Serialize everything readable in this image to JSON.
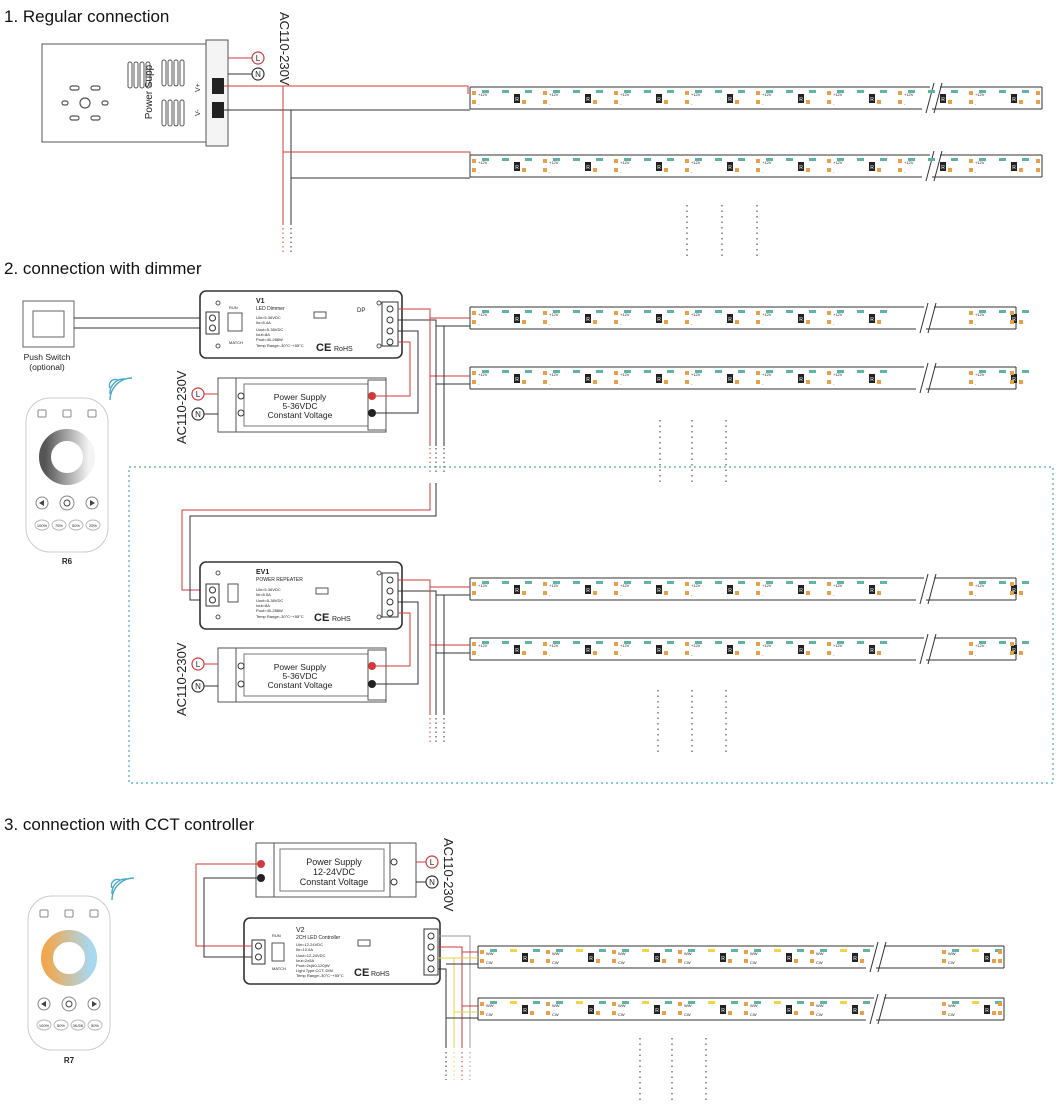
{
  "sections": {
    "s1": {
      "title": "1. Regular connection",
      "mains": "AC110-230V"
    },
    "s2": {
      "title": "2. connection with dimmer",
      "mains_top": "AC110-230V",
      "mains_bottom": "AC110-230V"
    },
    "s3": {
      "title": "3. connection with CCT controller",
      "mains": "AC110-230V"
    }
  },
  "psu1": {
    "label": "Power Supp"
  },
  "terminals": {
    "live": "L",
    "neutral": "N",
    "vplus": "V+",
    "vminus": "V-"
  },
  "push_switch": {
    "label": "Push Switch",
    "note": "(optional)"
  },
  "dimmer_v1": {
    "model": "V1",
    "name": "LED Dimmer",
    "spec1": "Uin=5-36VDC",
    "spec2": "Iin=8.4A",
    "spec3": "Uout=5-36VDC",
    "spec4": "Iout=8A",
    "spec5": "Pout=40-288W",
    "spec6": "Temp Range:-30°C~+55°C",
    "ce": "CE",
    "rohs": "RoHS",
    "run": "RUN",
    "match": "MATCH",
    "dp": "DP"
  },
  "repeater_ev1": {
    "model": "EV1",
    "name": "POWER REPEATER",
    "spec1": "Uin=5-36VDC",
    "spec2": "Iin=8.5A",
    "spec3": "Uout=5-36VDC",
    "spec4": "Iout=8A",
    "spec5": "Pout=40-288W",
    "spec6": "Temp Range:-30°C~+55°C",
    "ce": "CE",
    "rohs": "RoHS"
  },
  "psu_dimmer": {
    "line1": "Power Supply",
    "line2": "5-36VDC",
    "line3": "Constant Voltage"
  },
  "psu_repeater": {
    "line1": "Power Supply",
    "line2": "5-36VDC",
    "line3": "Constant Voltage"
  },
  "psu_cct": {
    "line1": "Power Supply",
    "line2": "12-24VDC",
    "line3": "Constant Voltage"
  },
  "controller_v2": {
    "model": "V2",
    "name": "2CH LED Controller",
    "spec1": "Uin=12-24VDC",
    "spec2": "Iin=10.5A",
    "spec3": "Uout=12-24VDC",
    "spec4": "Iout=2x5A",
    "spec5": "Pout=2x(60-120)W",
    "spec6": "Light Type:CCT, DIM",
    "spec7": "Temp Range:-30°C~+55°C",
    "ce": "CE",
    "rohs": "RoHS",
    "run": "RUN",
    "match": "MATCH"
  },
  "remotes": {
    "r6": {
      "label": "R6",
      "preset1": "100%",
      "preset2": "75%",
      "preset3": "50%",
      "preset4": "25%"
    },
    "r7": {
      "label": "R7",
      "preset1": "100%",
      "preset2": "50%",
      "preset3": "3K/5K",
      "preset4": "50%"
    }
  },
  "strip": {
    "pad_plus": "+12V",
    "pad_minus": "-",
    "resistor": "R",
    "pad_ww": "WW",
    "pad_cw": "CW"
  },
  "colors": {
    "red_wire": "#d23a3a",
    "black_wire": "#333333",
    "yellow_wire": "#e8d24a",
    "grey_wire": "#9a9a9a",
    "strip_pad": "#e8a04a",
    "led_teal": "#5fb3a8",
    "led_yellow": "#f2d44a",
    "dashed_box": "#4aa8c8"
  }
}
